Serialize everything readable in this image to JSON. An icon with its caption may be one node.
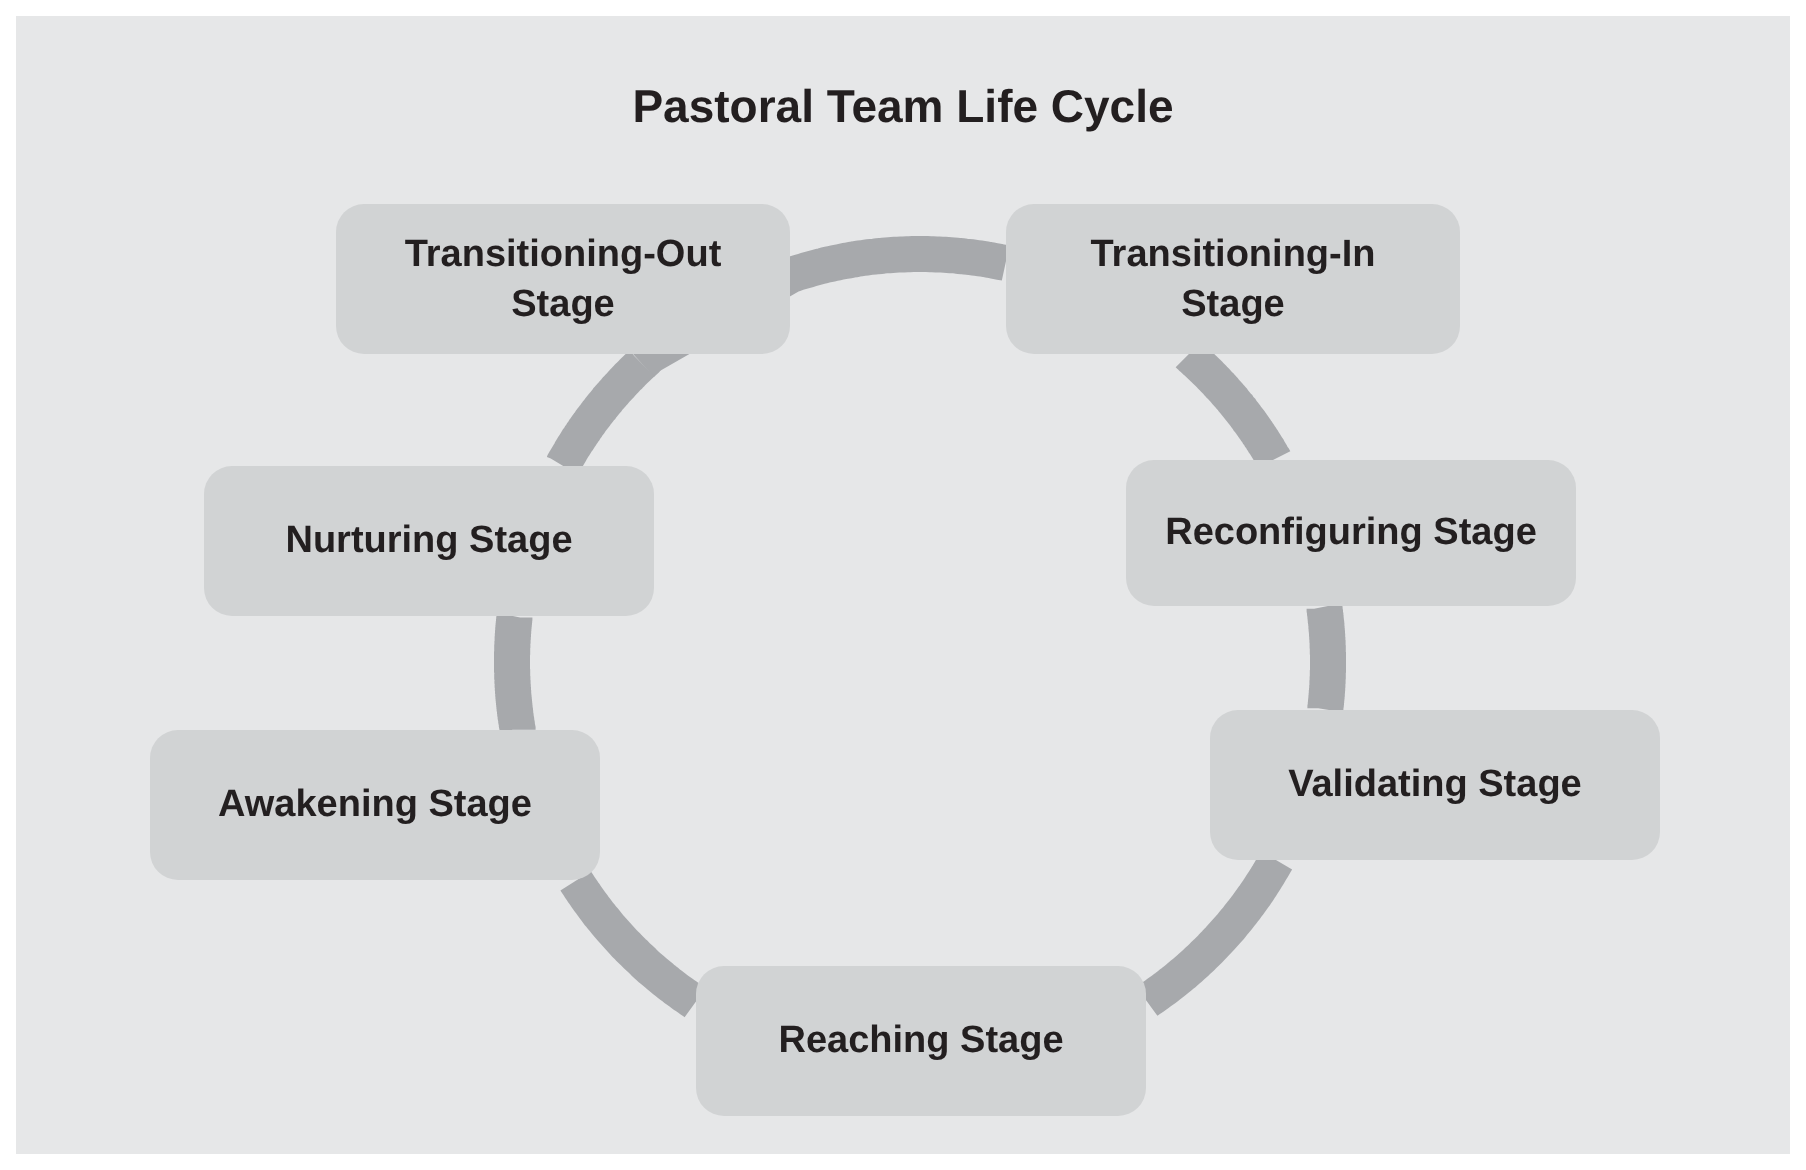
{
  "diagram": {
    "title": "Pastoral Team Life Cycle",
    "nodes": [
      {
        "text": [
          "Transitioning-Out Stage"
        ]
      },
      {
        "text": [
          "Transitioning-In Stage"
        ]
      },
      {
        "text": [
          "Nurturing Stage"
        ]
      },
      {
        "text": [
          "Reconfiguring Stage"
        ]
      },
      {
        "text": [
          "Awakening Stage"
        ]
      },
      {
        "text": [
          "Validating Stage"
        ]
      },
      {
        "text": [
          "Reaching Stage"
        ]
      }
    ],
    "edges": [
      {
        "from": 0,
        "to": 1,
        "arrow": "none"
      },
      {
        "from": 1,
        "to": 3,
        "arrow": "none"
      },
      {
        "from": 3,
        "to": 5,
        "arrow": "none"
      },
      {
        "from": 5,
        "to": 6,
        "arrow": "none"
      },
      {
        "from": 6,
        "to": 4,
        "arrow": "none"
      },
      {
        "from": 4,
        "to": 2,
        "arrow": "none"
      },
      {
        "from": 2,
        "to": 0,
        "arrow": "none"
      }
    ]
  }
}
